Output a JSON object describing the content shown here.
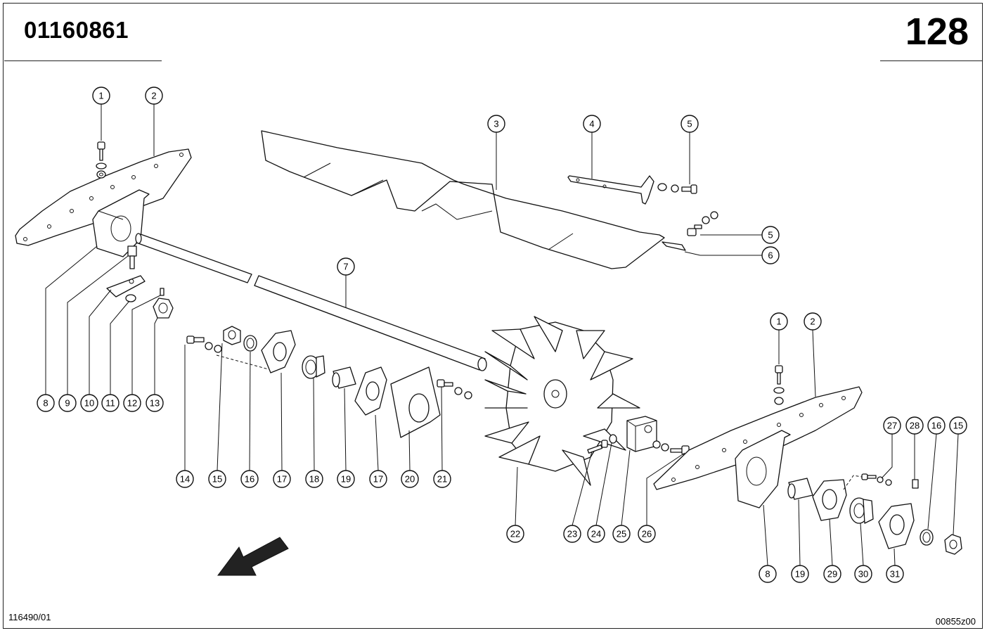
{
  "header": {
    "part_number": "01160861",
    "page_number": "128"
  },
  "footer": {
    "drawing_ref_left": "116490/01",
    "drawing_ref_right": "00855z00"
  },
  "callouts": [
    "1",
    "2",
    "3",
    "4",
    "5",
    "5",
    "6",
    "7",
    "8",
    "9",
    "10",
    "11",
    "12",
    "13",
    "14",
    "15",
    "16",
    "17",
    "18",
    "19",
    "17",
    "20",
    "21",
    "22",
    "23",
    "24",
    "25",
    "26",
    "1",
    "2",
    "27",
    "28",
    "16",
    "15",
    "8",
    "19",
    "29",
    "30",
    "31"
  ]
}
